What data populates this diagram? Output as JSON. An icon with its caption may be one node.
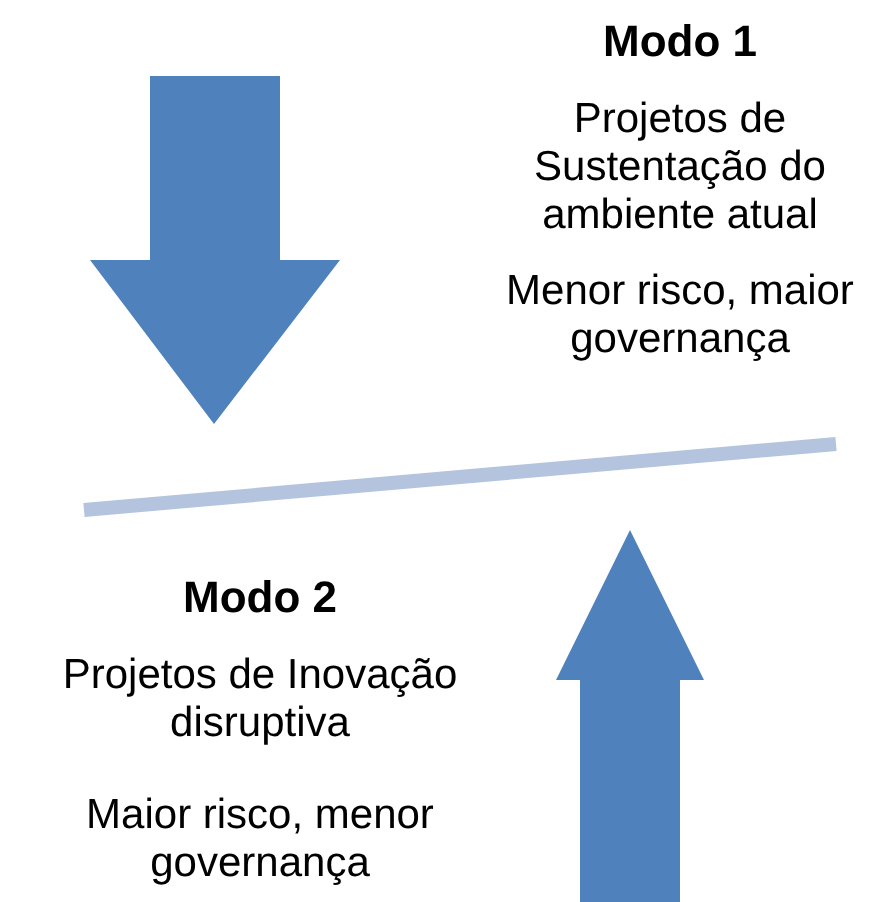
{
  "diagram": {
    "labels": [
      "Modo 1",
      "Projetos de Sustentação do ambiente atual",
      "Menor risco, maior governança",
      "Modo 2",
      "Projetos de Inovação disruptiva",
      "Maior risco, menor governança"
    ]
  }
}
